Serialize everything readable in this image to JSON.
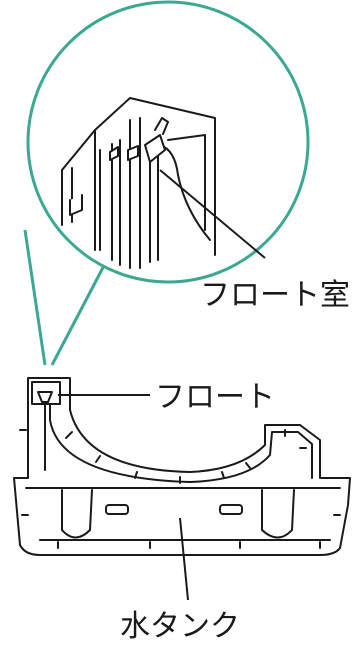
{
  "labels": {
    "float_chamber": "フロート室",
    "float": "フロート",
    "water_tank": "水タンク"
  },
  "colors": {
    "callout_line": "#3aa893",
    "outline": "#1a1a1a",
    "fill": "#ffffff"
  }
}
